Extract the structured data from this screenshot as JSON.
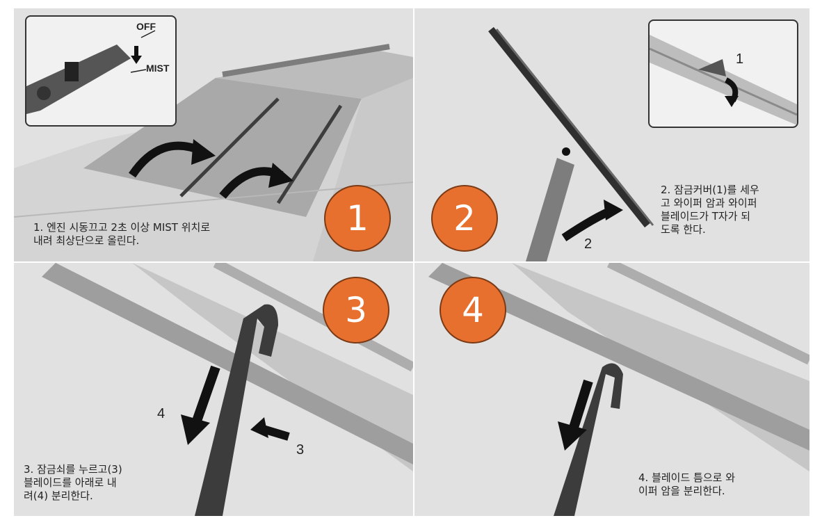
{
  "steps": [
    {
      "badge": "1",
      "caption": "1. 엔진 시동끄고 2초 이상 MIST 위치로\n내려 최상단으로 올린다."
    },
    {
      "badge": "2",
      "caption": "2. 잠금커버(1)를 세우\n고 와이퍼 암과 와이퍼\n블레이드가 T자가 되\n도록 한다."
    },
    {
      "badge": "3",
      "caption": "3. 잠금쇠를 누르고(3)\n블레이드를 아래로 내\n려(4) 분리한다."
    },
    {
      "badge": "4",
      "caption": "4. 블레이드 틈으로 와\n이퍼 암을 분리한다."
    }
  ],
  "inset1": {
    "off_label": "OFF",
    "mist_label": "MIST"
  },
  "inset2": {
    "callout": "1"
  },
  "panel2": {
    "callout": "2"
  },
  "panel3": {
    "callout_press": "3",
    "callout_down": "4"
  },
  "colors": {
    "badge": "#e8702f",
    "panel_bg": "#e1e1e1"
  }
}
